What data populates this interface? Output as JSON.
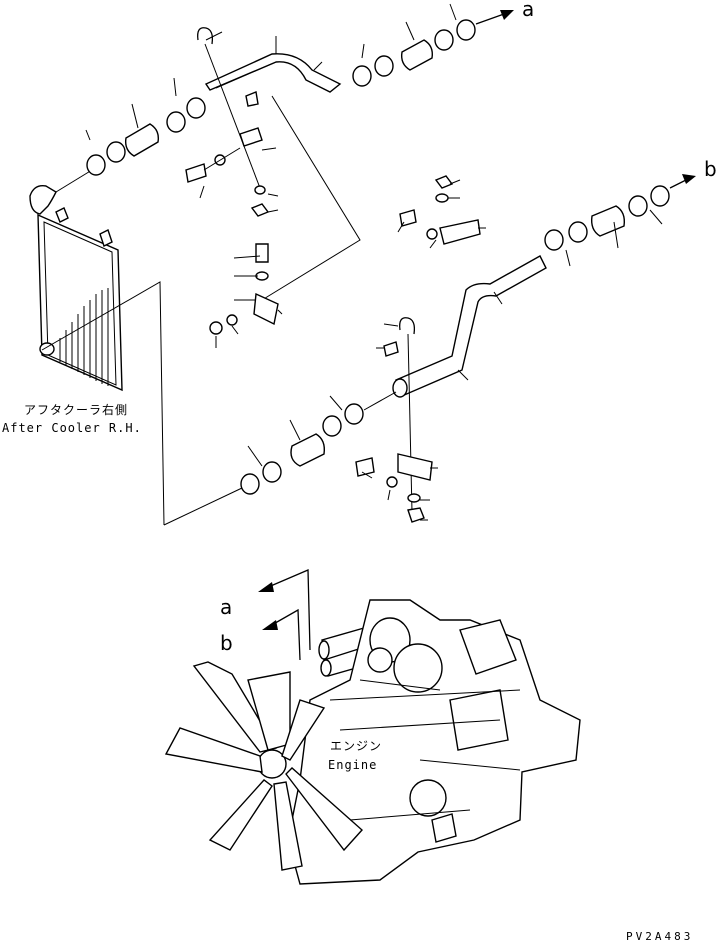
{
  "diagram": {
    "after_cooler_label_jp": "アフタクーラ右側",
    "after_cooler_label_en": "After Cooler R.H.",
    "engine_label_jp": "エンジン",
    "engine_label_en": "Engine",
    "arrow_a_label": "a",
    "arrow_b_label": "b",
    "engine_arrow_a_label": "a",
    "engine_arrow_b_label": "b",
    "drawing_code": "PV2A483"
  }
}
